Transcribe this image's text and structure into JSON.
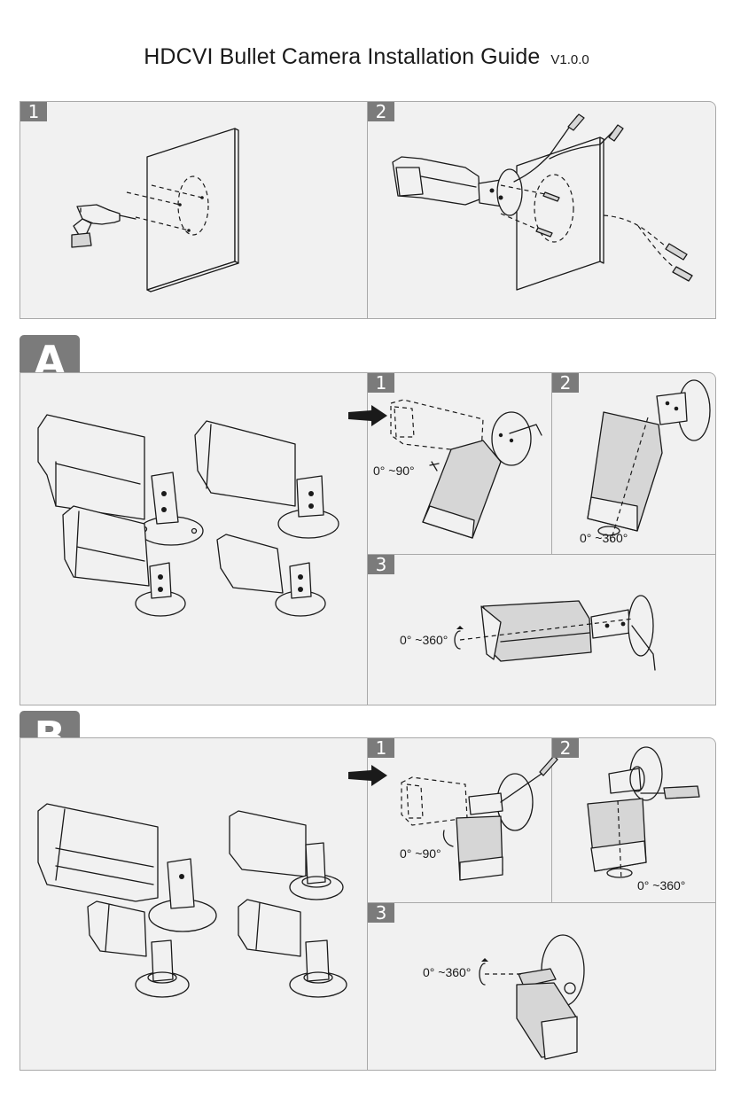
{
  "document": {
    "title": "HDCVI Bullet Camera Installation Guide",
    "version": "V1.0.0"
  },
  "top_steps": [
    {
      "number": "1",
      "illustration": "drill-holes-in-wall"
    },
    {
      "number": "2",
      "illustration": "mount-camera-to-wall-with-cables"
    }
  ],
  "sections": [
    {
      "label": "A",
      "overview": "four-bullet-camera-models-with-bracket-type-a",
      "steps": [
        {
          "number": "1",
          "angle": "0° ~90°",
          "illustration": "loosen-screw-tilt-camera"
        },
        {
          "number": "2",
          "angle": "0° ~360°",
          "illustration": "pan-camera"
        },
        {
          "number": "3",
          "angle": "0° ~360°",
          "illustration": "rotate-camera-tighten-screw"
        }
      ],
      "colors": {
        "badge": "#7b7b7b"
      }
    },
    {
      "label": "B",
      "overview": "four-bullet-camera-models-with-bracket-type-b",
      "steps": [
        {
          "number": "1",
          "angle": "0° ~90°",
          "illustration": "loosen-screw-tilt-camera"
        },
        {
          "number": "2",
          "angle": "0° ~360°",
          "illustration": "pan-camera"
        },
        {
          "number": "3",
          "angle": "0° ~360°",
          "illustration": "rotate-camera"
        }
      ],
      "colors": {
        "badge": "#7b7b7b"
      }
    }
  ],
  "colors": {
    "panel_background": "#f1f1f1",
    "panel_border": "#a9a9a9",
    "badge_background": "#7b7b7b",
    "badge_text": "#ffffff",
    "text": "#1a1a1a"
  }
}
